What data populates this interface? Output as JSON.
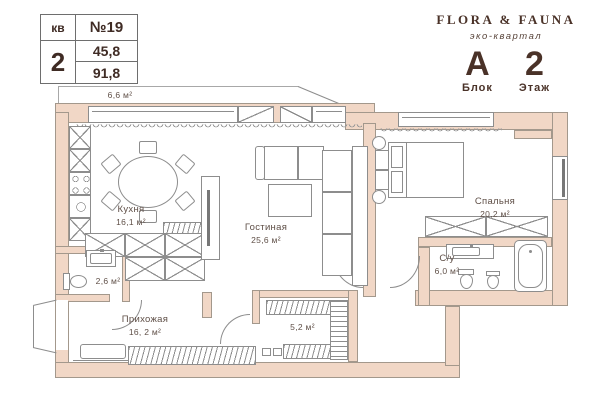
{
  "header": {
    "unit_label": "кв",
    "unit_number": "№19",
    "rooms_count": "2",
    "living_area": "45,8",
    "total_area": "91,8"
  },
  "logo": {
    "brand": "FLORA & FAUNA",
    "tagline": "эко-квартал",
    "block_value": "А",
    "block_label": "Блок",
    "floor_value": "2",
    "floor_label": "Этаж"
  },
  "plan": {
    "balcony": {
      "area": "6,6 м²"
    },
    "kitchen": {
      "name": "Кухня",
      "area": "16,1 м²"
    },
    "living": {
      "name": "Гостиная",
      "area": "25,6 м²"
    },
    "bedroom": {
      "name": "Спальня",
      "area": "20,2 м²"
    },
    "bathroom": {
      "name": "С/у",
      "area": "6,0 м²"
    },
    "wc": {
      "area": "2,6 м²"
    },
    "hallway": {
      "name": "Прихожая",
      "area": "16, 2 м²"
    },
    "closet": {
      "area": "5,2 м²"
    }
  },
  "colors": {
    "wall_fill": "#f1d7c6",
    "outline": "#8d8d8d",
    "text_brown": "#4a3228",
    "label_gray": "#5f4f47"
  }
}
